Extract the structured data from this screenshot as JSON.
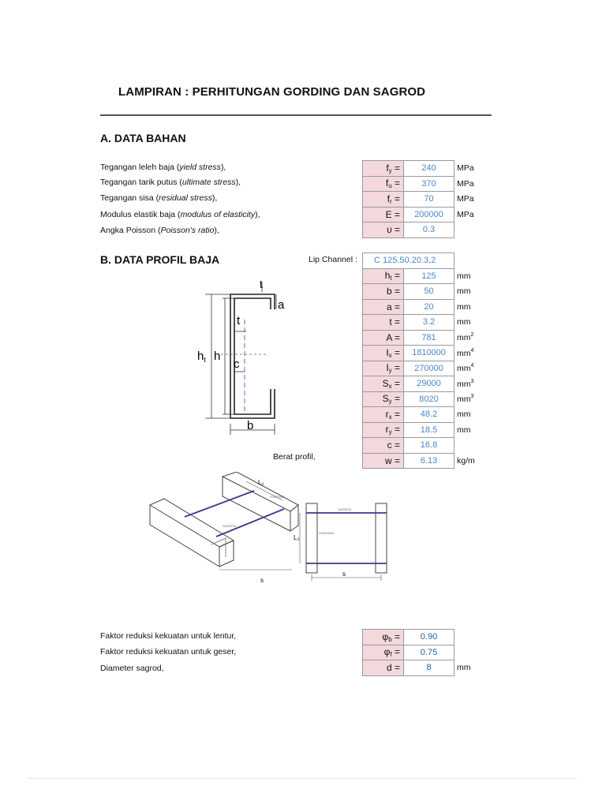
{
  "title": "LAMPIRAN : PERHITUNGAN GORDING DAN SAGROD",
  "section_a": {
    "heading": "A. DATA BAHAN",
    "rows": [
      {
        "desc_pre": "Tegangan leleh baja (",
        "desc_em": "yield stress",
        "desc_post": "),",
        "sym": "f",
        "sub": "y",
        "value": "240",
        "unit": "MPa"
      },
      {
        "desc_pre": "Tegangan tarik putus (",
        "desc_em": "ultimate stress",
        "desc_post": "),",
        "sym": "f",
        "sub": "u",
        "value": "370",
        "unit": "MPa"
      },
      {
        "desc_pre": "Tegangan sisa (",
        "desc_em": "residual stress",
        "desc_post": "),",
        "sym": "f",
        "sub": "r",
        "value": "70",
        "unit": "MPa"
      },
      {
        "desc_pre": "Modulus elastik baja (",
        "desc_em": "modulus of elasticity",
        "desc_post": "),",
        "sym": "E",
        "sub": "",
        "value": "200000",
        "unit": "MPa"
      },
      {
        "desc_pre": "Angka Poisson (",
        "desc_em": "Poisson's ratio",
        "desc_post": "),",
        "sym": "υ",
        "sub": "",
        "value": "0.3",
        "unit": ""
      }
    ]
  },
  "section_b": {
    "heading": "B. DATA PROFIL BAJA",
    "lip_label": "Lip Channel :",
    "lip_value": "C 125.50.20.3,2",
    "rows": [
      {
        "sym": "h",
        "sub": "t",
        "value": "125",
        "unit": "mm",
        "sup": ""
      },
      {
        "sym": "b",
        "sub": "",
        "value": "50",
        "unit": "mm",
        "sup": ""
      },
      {
        "sym": "a",
        "sub": "",
        "value": "20",
        "unit": "mm",
        "sup": ""
      },
      {
        "sym": "t",
        "sub": "",
        "value": "3.2",
        "unit": "mm",
        "sup": ""
      },
      {
        "sym": "A",
        "sub": "",
        "value": "781",
        "unit": "mm",
        "sup": "2"
      },
      {
        "sym": "I",
        "sub": "x",
        "value": "1810000",
        "unit": "mm",
        "sup": "4"
      },
      {
        "sym": "I",
        "sub": "y",
        "value": "270000",
        "unit": "mm",
        "sup": "4"
      },
      {
        "sym": "S",
        "sub": "x",
        "value": "29000",
        "unit": "mm",
        "sup": "3"
      },
      {
        "sym": "S",
        "sub": "y",
        "value": "8020",
        "unit": "mm",
        "sup": "3"
      },
      {
        "sym": "r",
        "sub": "x",
        "value": "48.2",
        "unit": "mm",
        "sup": ""
      },
      {
        "sym": "r",
        "sub": "y",
        "value": "18.5",
        "unit": "mm",
        "sup": ""
      },
      {
        "sym": "c",
        "sub": "",
        "value": "16.8",
        "unit": "",
        "sup": ""
      },
      {
        "sym": "w",
        "sub": "",
        "value": "6.13",
        "unit": "kg/m",
        "sup": ""
      }
    ],
    "weight_label": "Berat profil,"
  },
  "profile_labels": {
    "t_top": "t",
    "a": "a",
    "t_web": "t",
    "ht": "h",
    "ht_sub": "t",
    "h": "h",
    "c": "c",
    "b": "b"
  },
  "iso_labels": {
    "l2": "L₂",
    "s": "s",
    "sagrod": "SAGROD",
    "gording": "GORDING"
  },
  "plan_labels": {
    "l2": "L₂",
    "s": "s",
    "sagrod": "SAGROD",
    "gording": "GORDING"
  },
  "section_c": {
    "rows": [
      {
        "desc": "Faktor reduksi kekuatan untuk lentur,",
        "sym": "φ",
        "sub": "b",
        "value": "0.90",
        "unit": ""
      },
      {
        "desc": "Faktor reduksi kekuatan untuk geser,",
        "sym": "φ",
        "sub": "f",
        "value": "0.75",
        "unit": ""
      },
      {
        "desc": "Diameter sagrod,",
        "sym": "d",
        "sub": "",
        "value": "8",
        "unit": "mm"
      }
    ]
  }
}
